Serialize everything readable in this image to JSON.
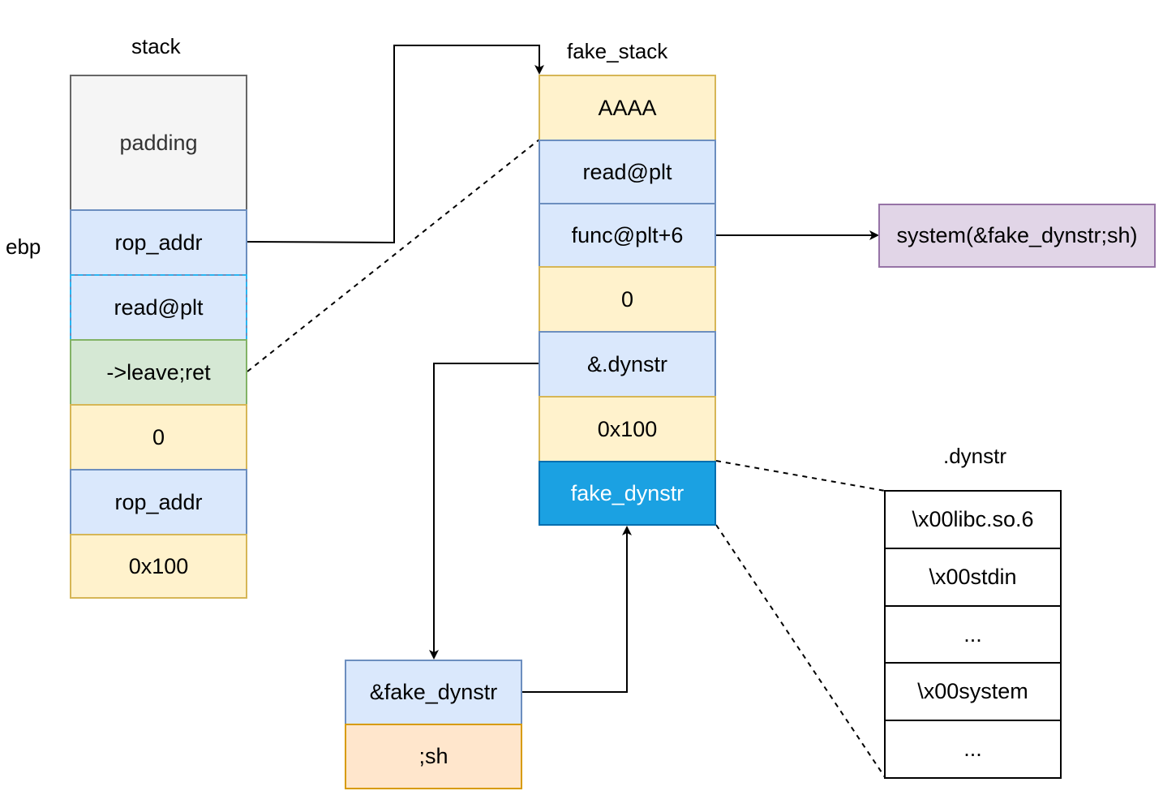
{
  "stack": {
    "title": "stack",
    "cells": [
      "padding",
      "rop_addr",
      "read@plt",
      "->leave;ret",
      "0",
      "rop_addr",
      "0x100"
    ]
  },
  "ebp_label": "ebp",
  "fake_stack": {
    "title": "fake_stack",
    "cells": [
      "AAAA",
      "read@plt",
      "func@plt+6",
      "0",
      "&.dynstr",
      "0x100",
      "fake_dynstr"
    ]
  },
  "system_call": "system(&fake_dynstr;sh)",
  "fake_dynstr_block": {
    "cells": [
      "&fake_dynstr",
      ";sh"
    ]
  },
  "dynstr": {
    "title": ".dynstr",
    "cells": [
      "\\x00libc.so.6",
      "\\x00stdin",
      "...",
      "\\x00system",
      "..."
    ]
  }
}
